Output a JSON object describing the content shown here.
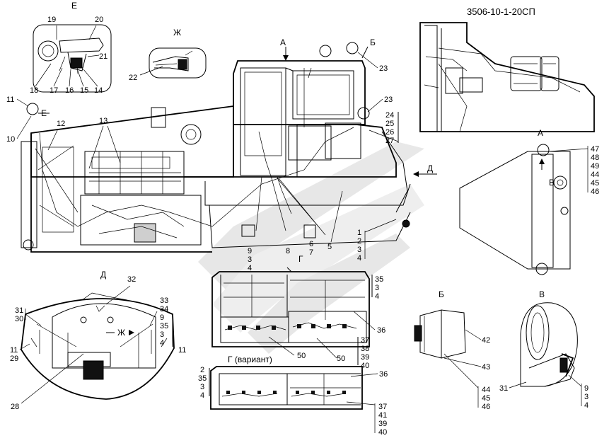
{
  "drawing_code": "3506-10-1-20СП",
  "views": {
    "E": "Е",
    "Zh": "Ж",
    "A": "А",
    "B": "Б",
    "D": "Д",
    "V": "В",
    "G": "Г",
    "G_variant": "Г (вариант)"
  },
  "labels": {
    "l1": "1",
    "l2": "2",
    "l3": "3",
    "l4": "4",
    "l5": "5",
    "l6": "6",
    "l7": "7",
    "l8": "8",
    "l9": "9",
    "l10": "10",
    "l11": "11",
    "l12": "12",
    "l13": "13",
    "l14": "14",
    "l15": "15",
    "l16": "16",
    "l17": "17",
    "l18": "18",
    "l19": "19",
    "l20": "20",
    "l21": "21",
    "l22": "22",
    "l23": "23",
    "l24": "24",
    "l25": "25",
    "l26": "26",
    "l27": "27",
    "l28": "28",
    "l29": "29",
    "l30": "30",
    "l31": "31",
    "l32": "32",
    "l33": "33",
    "l34": "34",
    "l35": "35",
    "l36": "36",
    "l37": "37",
    "l38": "38",
    "l39": "39",
    "l40": "40",
    "l41": "41",
    "l42": "42",
    "l43": "43",
    "l44": "44",
    "l45": "45",
    "l46": "46",
    "l47": "47",
    "l48": "48",
    "l49": "49",
    "l50": "50"
  }
}
